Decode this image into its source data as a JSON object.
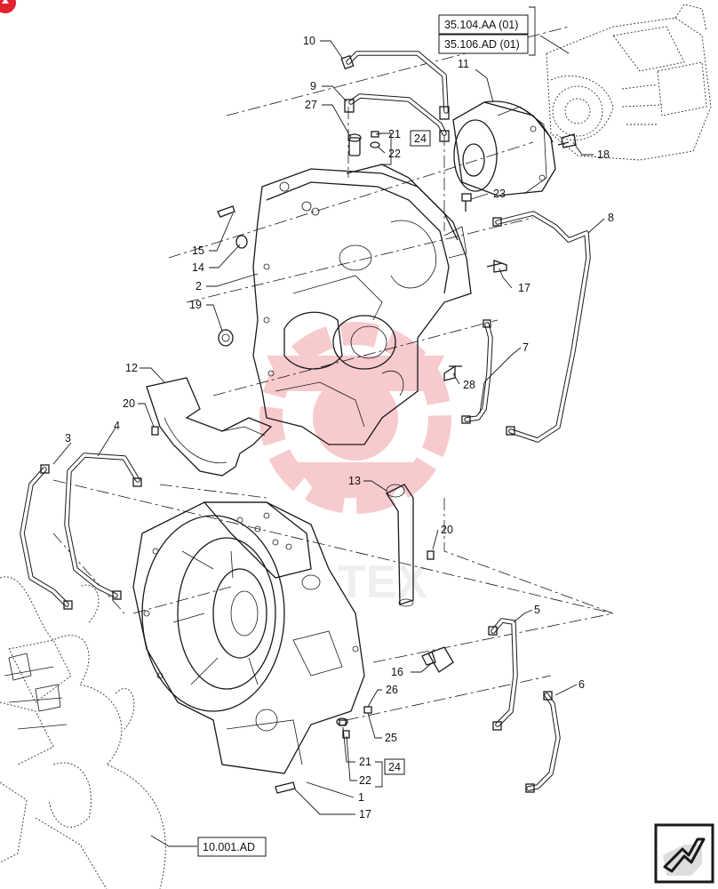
{
  "callouts": {
    "c1": "1",
    "c2": "2",
    "c3": "3",
    "c4": "4",
    "c5": "5",
    "c6": "6",
    "c7": "7",
    "c8": "8",
    "c9": "9",
    "c10": "10",
    "c11": "11",
    "c12": "12",
    "c13": "13",
    "c14": "14",
    "c15": "15",
    "c16": "16",
    "c17a": "17",
    "c17b": "17",
    "c18": "18",
    "c19": "19",
    "c20a": "20",
    "c20b": "20",
    "c21a": "21",
    "c22a": "22",
    "c21b": "21",
    "c22b": "22",
    "c23": "23",
    "c24a": "24",
    "c24b": "24",
    "c25": "25",
    "c26": "26",
    "c27": "27",
    "c28": "28"
  },
  "references": {
    "ref_pump_1": "35.104.AA (01)",
    "ref_pump_2": "35.106.AD (01)",
    "ref_engine": "10.001.AD"
  },
  "watermark": {
    "text": "TEX",
    "color": "#f2a0a6"
  },
  "icons": {
    "corner_badge": "red-circle-badge",
    "nav_arrow": "next-page-arrow-icon"
  },
  "colors": {
    "line": "#1a1a1a",
    "badge": "#e0212e",
    "watermark": "#f2a0a6"
  }
}
